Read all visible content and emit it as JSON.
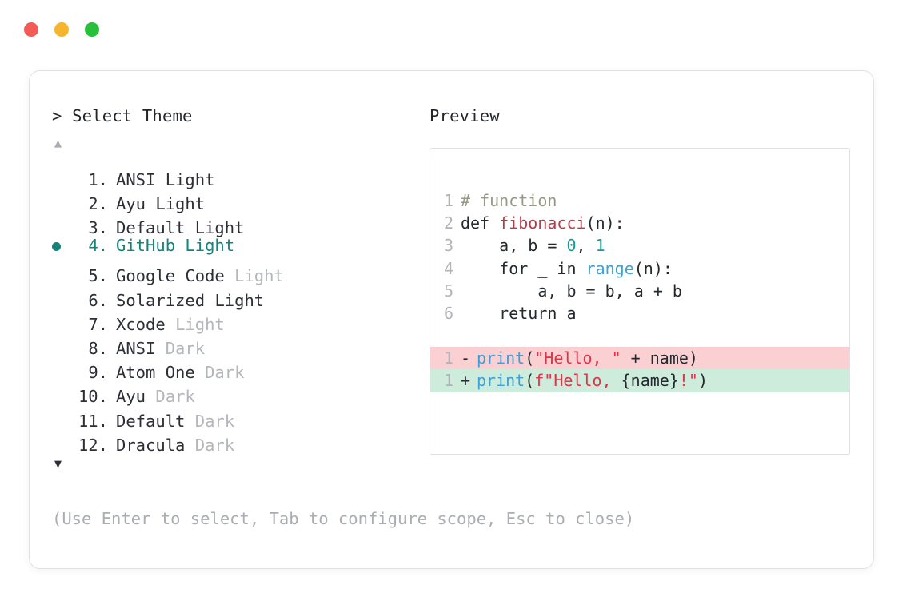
{
  "window": {
    "traffic_lights": [
      {
        "name": "close",
        "color": "#f45b56"
      },
      {
        "name": "minimize",
        "color": "#f6b52c"
      },
      {
        "name": "maximize",
        "color": "#27c03a"
      }
    ]
  },
  "selector": {
    "prompt": "> Select Theme",
    "scroll_up_indicator": "▲",
    "scroll_down_indicator": "▼",
    "selected_index": 4,
    "accent_color": "#12847a",
    "items": [
      {
        "index": "1.",
        "name": "ANSI",
        "variant": "Light",
        "variant_muted": false,
        "selected": false
      },
      {
        "index": "2.",
        "name": "Ayu",
        "variant": "Light",
        "variant_muted": false,
        "selected": false
      },
      {
        "index": "3.",
        "name": "Default",
        "variant": "Light",
        "variant_muted": false,
        "selected": false
      },
      {
        "index": "4.",
        "name": "GitHub",
        "variant": "Light",
        "variant_muted": false,
        "selected": true
      },
      {
        "index": "5.",
        "name": "Google Code",
        "variant": "Light",
        "variant_muted": true,
        "selected": false
      },
      {
        "index": "6.",
        "name": "Solarized",
        "variant": "Light",
        "variant_muted": false,
        "selected": false
      },
      {
        "index": "7.",
        "name": "Xcode",
        "variant": "Light",
        "variant_muted": true,
        "selected": false
      },
      {
        "index": "8.",
        "name": "ANSI",
        "variant": "Dark",
        "variant_muted": true,
        "selected": false
      },
      {
        "index": "9.",
        "name": "Atom One",
        "variant": "Dark",
        "variant_muted": true,
        "selected": false
      },
      {
        "index": "10.",
        "name": "Ayu",
        "variant": "Dark",
        "variant_muted": true,
        "selected": false
      },
      {
        "index": "11.",
        "name": "Default",
        "variant": "Dark",
        "variant_muted": true,
        "selected": false
      },
      {
        "index": "12.",
        "name": "Dracula",
        "variant": "Dark",
        "variant_muted": true,
        "selected": false
      }
    ]
  },
  "preview": {
    "title": "Preview",
    "code_lines": [
      {
        "gutter": "1",
        "tokens": [
          {
            "t": "# function",
            "c": "comment"
          }
        ]
      },
      {
        "gutter": "2",
        "tokens": [
          {
            "t": "def ",
            "c": "keyword"
          },
          {
            "t": "fibonacci",
            "c": "func"
          },
          {
            "t": "(n):",
            "c": "plain"
          }
        ]
      },
      {
        "gutter": "3",
        "tokens": [
          {
            "t": "    a, b = ",
            "c": "plain"
          },
          {
            "t": "0",
            "c": "number"
          },
          {
            "t": ", ",
            "c": "plain"
          },
          {
            "t": "1",
            "c": "number"
          }
        ]
      },
      {
        "gutter": "4",
        "tokens": [
          {
            "t": "    for _ in ",
            "c": "plain"
          },
          {
            "t": "range",
            "c": "builtin"
          },
          {
            "t": "(n):",
            "c": "plain"
          }
        ]
      },
      {
        "gutter": "5",
        "tokens": [
          {
            "t": "        a, b = b, a + b",
            "c": "plain"
          }
        ]
      },
      {
        "gutter": "6",
        "tokens": [
          {
            "t": "    return a",
            "c": "plain"
          }
        ]
      }
    ],
    "diff_lines": [
      {
        "kind": "deletion",
        "gutter": "1",
        "marker": "-",
        "background": "#fbd0d2",
        "tokens": [
          {
            "t": "print",
            "c": "print"
          },
          {
            "t": "(",
            "c": "plain"
          },
          {
            "t": "\"Hello, \"",
            "c": "string"
          },
          {
            "t": " + name)",
            "c": "plain"
          }
        ]
      },
      {
        "kind": "addition",
        "gutter": "1",
        "marker": "+",
        "background": "#cdecdc",
        "tokens": [
          {
            "t": "print",
            "c": "print"
          },
          {
            "t": "(",
            "c": "plain"
          },
          {
            "t": "f\"Hello, ",
            "c": "string"
          },
          {
            "t": "{name}",
            "c": "plain"
          },
          {
            "t": "!\"",
            "c": "string"
          },
          {
            "t": ")",
            "c": "plain"
          }
        ]
      }
    ]
  },
  "footer": {
    "hint": "(Use Enter to select, Tab to configure scope, Esc to close)"
  }
}
